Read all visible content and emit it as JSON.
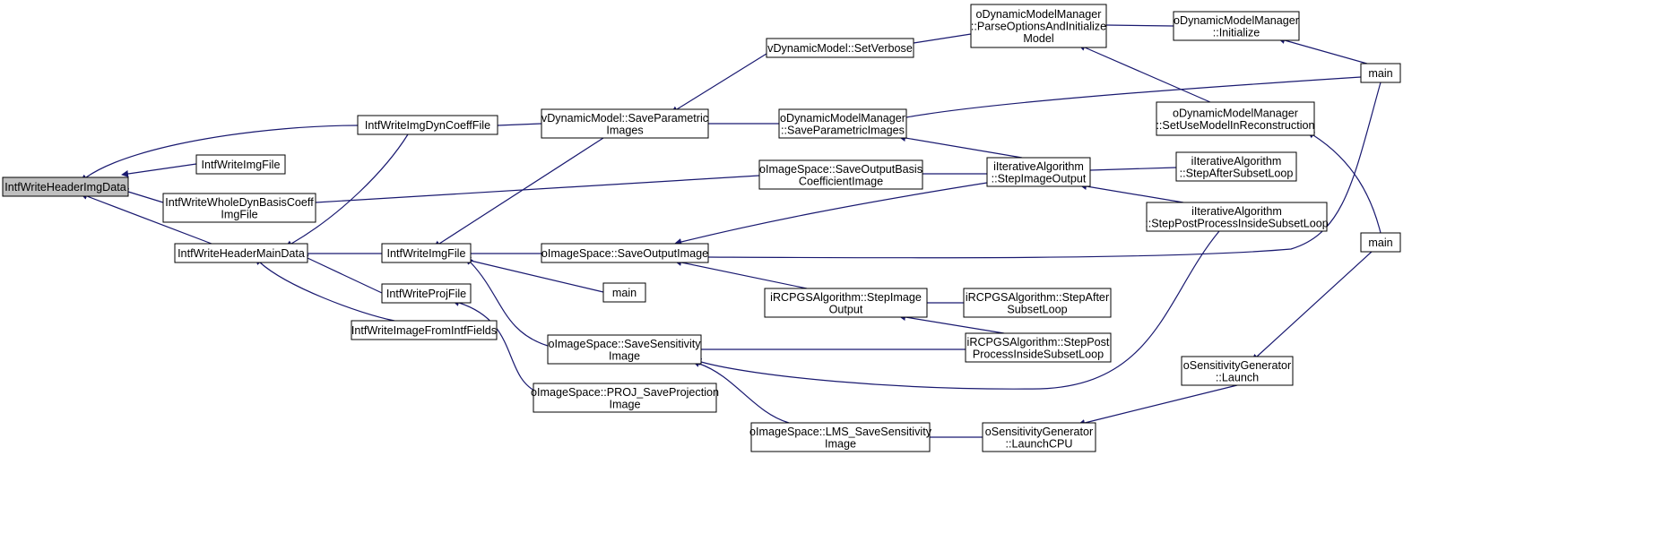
{
  "nodes": {
    "n_header_img_data": [
      "IntfWriteHeaderImgData"
    ],
    "n_dyn_coeff_file": [
      "IntfWriteImgDynCoeffFile"
    ],
    "n_img_file_1": [
      "IntfWriteImgFile"
    ],
    "n_whole_dyn_basis": [
      "IntfWriteWholeDynBasisCoeff",
      "ImgFile"
    ],
    "n_header_main_data": [
      "IntfWriteHeaderMainData"
    ],
    "n_img_file_2": [
      "IntfWriteImgFile"
    ],
    "n_proj_file": [
      "IntfWriteProjFile"
    ],
    "n_image_from_intf": [
      "IntfWriteImageFromIntfFields"
    ],
    "n_save_parametric": [
      "vDynamicModel::SaveParametric",
      "Images"
    ],
    "n_set_verbose": [
      "vDynamicModel::SetVerbose"
    ],
    "n_dmm_parse": [
      "oDynamicModelManager",
      "::ParseOptionsAndInitialize",
      "Model"
    ],
    "n_dmm_init": [
      "oDynamicModelManager",
      "::Initialize"
    ],
    "n_main_top": [
      "main"
    ],
    "n_dmm_save_param": [
      "oDynamicModelManager",
      "::SaveParametricImages"
    ],
    "n_dmm_set_use": [
      "oDynamicModelManager",
      "::SetUseModelInReconstruction"
    ],
    "n_save_basis": [
      "oImageSpace::SaveOutputBasis",
      "CoefficientImage"
    ],
    "n_step_image_output": [
      "iIterativeAlgorithm",
      "::StepImageOutput"
    ],
    "n_step_after_subset": [
      "iIterativeAlgorithm",
      "::StepAfterSubsetLoop"
    ],
    "n_step_post_process": [
      "iIterativeAlgorithm",
      "::StepPostProcessInsideSubsetLoop"
    ],
    "n_save_output_image": [
      "oImageSpace::SaveOutputImage"
    ],
    "n_main_mid": [
      "main"
    ],
    "n_main_small": [
      "main"
    ],
    "n_rcpgs_step_image": [
      "iRCPGSAlgorithm::StepImage",
      "Output"
    ],
    "n_rcpgs_step_after": [
      "iRCPGSAlgorithm::StepAfter",
      "SubsetLoop"
    ],
    "n_rcpgs_step_post": [
      "iRCPGSAlgorithm::StepPost",
      "ProcessInsideSubsetLoop"
    ],
    "n_save_sensitivity": [
      "oImageSpace::SaveSensitivity",
      "Image"
    ],
    "n_proj_save": [
      "oImageSpace::PROJ_SaveProjection",
      "Image"
    ],
    "n_lms_save": [
      "oImageSpace::LMS_SaveSensitivity",
      "Image"
    ],
    "n_sens_launch": [
      "oSensitivityGenerator",
      "::Launch"
    ],
    "n_sens_launch_cpu": [
      "oSensitivityGenerator",
      "::LaunchCPU"
    ]
  },
  "colors": {
    "edge": "#191970",
    "root_fill": "#bfbfbf",
    "node_fill": "#ffffff",
    "node_border": "#000000"
  }
}
